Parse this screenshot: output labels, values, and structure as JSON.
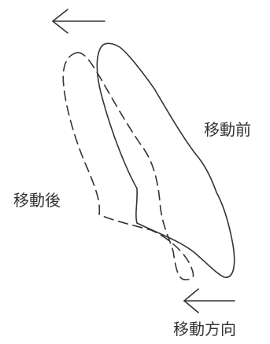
{
  "labels": {
    "before": "移動前",
    "after": "移動後",
    "direction": "移動方向"
  }
}
